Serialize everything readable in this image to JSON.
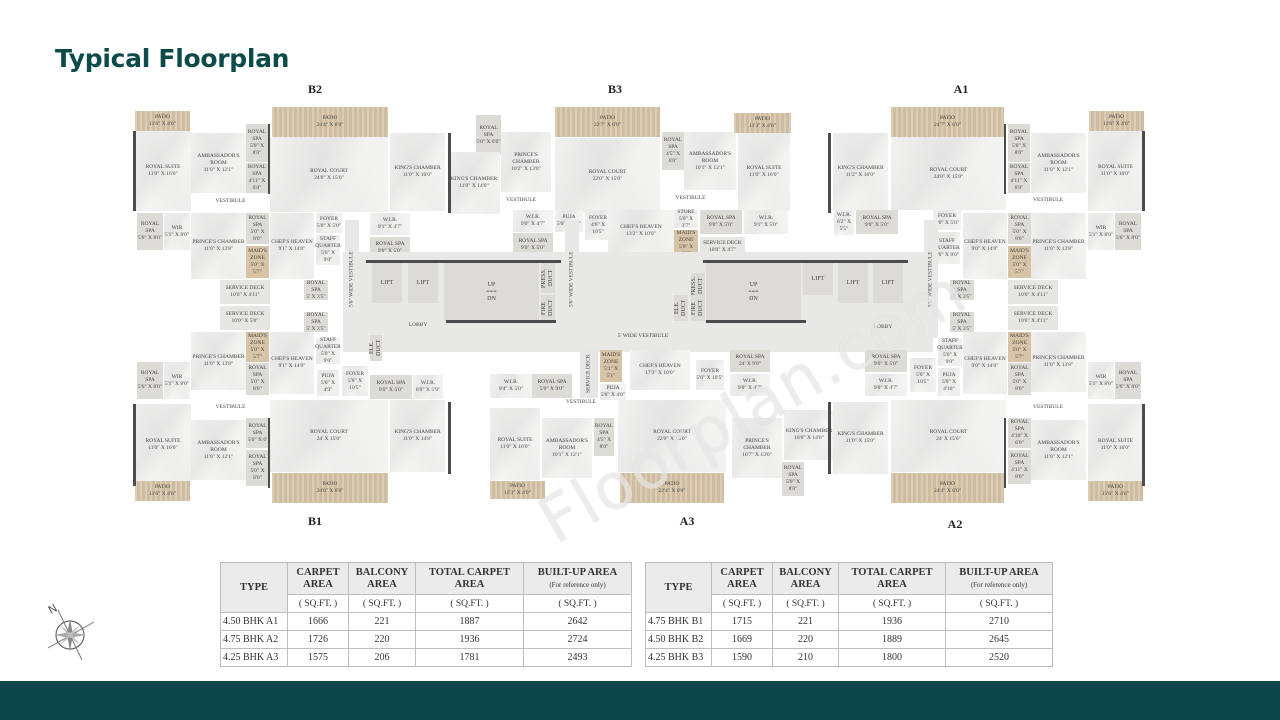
{
  "page": {
    "title": "Typical Floorplan"
  },
  "units": {
    "top": [
      "B2",
      "B3",
      "A1"
    ],
    "bottom": [
      "B1",
      "A3",
      "A2"
    ]
  },
  "core": {
    "lift": "LIFT",
    "lobby": "LOBBY",
    "up": "UP",
    "dn": "DN",
    "press_duct": "PRESS. DUCT",
    "fire_duct": "FIRE DUCT",
    "ele_duct": "ELE. DUCT",
    "wide_vestibule_5_6": "5'6\" WIDE VESTIBULE",
    "wide_vestibule_5": "5' WIDE VESTIBULE"
  },
  "rooms": {
    "b2": {
      "patio_small": [
        "PATIO",
        "11'6\" X 4'0\""
      ],
      "patio_large": [
        "PATIO",
        "24'4\" X 6'0\""
      ],
      "royal_suite": [
        "ROYAL SUITE",
        "11'0\" X 16'0\""
      ],
      "ambassador": [
        "AMBASSADOR'S ROOM",
        "11'0\" X 12'1\""
      ],
      "royal_spa_1": [
        "ROYAL SPA",
        "5'0\" X 8'0\""
      ],
      "royal_spa_2": [
        "ROYAL SPA",
        "4'11\" X 6'0\""
      ],
      "royal_court": [
        "ROYAL COURT",
        "24'0\" X 15'0\""
      ],
      "kings": [
        "KING'S CHAMBER",
        "11'0\" X 16'0\""
      ],
      "vestibule": "VESTIBULE",
      "spa_wir": [
        "ROYAL SPA",
        "5'6\" X 8'0\""
      ],
      "wir": [
        "WIR",
        "5'1\" X 8'0\""
      ],
      "prince": [
        "PRINCE'S CHAMBER",
        "11'0\" X 13'8\""
      ],
      "spa_3": [
        "ROYAL SPA",
        "5'0\" X 8'0\""
      ],
      "chef": [
        "CHEF'S HEAVEN",
        "9'1\" X 14'0\""
      ],
      "foyer": [
        "FOYER",
        "5'0\" X 5'0\""
      ],
      "staff": [
        "STAFF QUARTER",
        "5'0\" X 9'0\""
      ],
      "maid": [
        "MAID'S ZONE",
        "5'0\" X 5'7\""
      ],
      "wir2": [
        "W.I.R.",
        "9'1\" X 4'7\""
      ],
      "spa_4": [
        "ROYAL SPA",
        "9'0\" X 5'0\""
      ],
      "deck": [
        "SERVICE DECK",
        "10'0\" X 4'11\""
      ],
      "spa_small": [
        "ROYAL SPA",
        "5' X 3'5\""
      ]
    },
    "b3": {
      "spa_1": [
        "ROYAL SPA",
        "5'0\" X 8'0\""
      ],
      "prince": [
        "PRINCE'S CHAMBER",
        "10'2\" X 13'0\""
      ],
      "patio": [
        "PATIO",
        "22'7\" X 6'0\""
      ],
      "royal_court": [
        "ROYAL COURT",
        "22'0\" X 15'0\""
      ],
      "kings": [
        "KING'S CHAMBER",
        "11'0\" X 14'0\""
      ],
      "vestibule": "VESTIBULE",
      "wir": [
        "W.I.R.",
        "9'0\" X 4'7\""
      ],
      "puja": [
        "PUJA",
        "5'6\" X 5'0\""
      ],
      "foyer": [
        "FOYER",
        "4'6\" X 10'5\""
      ],
      "spa_2": [
        "ROYAL SPA",
        "9'0\" X 5'0\""
      ],
      "chef": [
        "CHEF'S HEAVEN",
        "13'2\" X 10'0\""
      ],
      "store": [
        "STORE",
        "5'0\" X 3'7\""
      ],
      "maid": [
        "MAID'S ZONE",
        "5'0\" X 6'0\""
      ],
      "deck": [
        "SERVICE DECK",
        "10'0\" X 4'7\""
      ]
    },
    "a1": {
      "spa_3": [
        "ROYAL SPA",
        "4'5\" X 6'0\""
      ],
      "ambassador": [
        "AMBASSADOR'S ROOM",
        "10'1\" X 12'1\""
      ],
      "patio_small": [
        "PATIO",
        "11'3\" X 4'0\""
      ],
      "royal_suite": [
        "ROYAL SUITE",
        "11'0\" X 16'0\""
      ],
      "spa_4": [
        "ROYAL SPA",
        "9'0\" X 5'0\""
      ],
      "wir": [
        "W.I.R.",
        "9'1\" X 5'0\""
      ],
      "patio_large": [
        "PATIO",
        "24'7\" X 6'0\""
      ],
      "kings": [
        "KING'S CHAMBER",
        "11'2\" X 16'0\""
      ],
      "royal_court": [
        "ROYAL COURT",
        "24'0\" X 15'0\""
      ],
      "spa_a": [
        "ROYAL SPA",
        "5'0\" X 8'0\""
      ],
      "spa_b": [
        "ROYAL SPA",
        "4'11\" X 6'0\""
      ],
      "ambassador2": [
        "AMBASSADOR'S ROOM",
        "11'0\" X 12'1\""
      ],
      "patio2": [
        "PATIO",
        "11'6\" X 4'0\""
      ],
      "suite2": [
        "ROYAL SUITE",
        "11'0\" X 16'0\""
      ],
      "vestibule": "VESTIBULE",
      "wir2": [
        "W.I.R.",
        "6'2\" X 5'5\""
      ],
      "spa_5": [
        "ROYAL SPA",
        "9'0\" X 5'0\""
      ],
      "foyer": [
        "FOYER",
        "5'0\" X 5'0\""
      ],
      "chef": [
        "CHEF'S HEAVEN",
        "9'0\" X 14'0\""
      ],
      "spa_6": [
        "ROYAL SPA",
        "5'0\" X 8'0\""
      ],
      "prince": [
        "PRINCE'S CHAMBER",
        "11'0\" X 13'8\""
      ],
      "wir3": [
        "WIR",
        "5'1\" X 8'0\""
      ],
      "spa_7": [
        "ROYAL SPA",
        "5'6\" X 8'0\""
      ],
      "staff": [
        "STAFF QUARTER",
        "5'0\" X 9'0\""
      ],
      "maid": [
        "MAID'S ZONE",
        "5'0\" X 5'7\""
      ],
      "deck": [
        "SERVICE DECK",
        "10'0\" X 4'11\""
      ],
      "spa_small": [
        "ROYAL SPA",
        "5' X 3'5\""
      ]
    },
    "b1": {
      "deck": [
        "SERVICE DECK",
        "10'0\" X 5'0\""
      ],
      "spa_small": [
        "ROYAL SPA",
        "5' X 3'5\""
      ],
      "maid": [
        "MAID'S ZONE",
        "5'0\" X 5'7\""
      ],
      "prince": [
        "PRINCE'S CHAMBER",
        "11'0\" X 13'8\""
      ],
      "spa_wir": [
        "ROYAL SPA",
        "5'6\" X 8'0\""
      ],
      "wir": [
        "WIR",
        "5'1\" X 8'0\""
      ],
      "spa_1": [
        "ROYAL SPA",
        "5'0\" X 8'0\""
      ],
      "chef": [
        "CHEF'S HEAVEN",
        "9'1\" X 14'0\""
      ],
      "staff": [
        "STAFF QUARTER",
        "5'0\" X 9'0\""
      ],
      "puja": [
        "PUJA",
        "5'0\" X 4'9\""
      ],
      "foyer": [
        "FOYER",
        "5'6\" X 10'5\""
      ],
      "spa_2": [
        "ROYAL SPA",
        "9'0\" X 5'0\""
      ],
      "wir2": [
        "W.I.R.",
        "6'0\" X 5'9\""
      ],
      "vestibule": "VESTIBULE",
      "royal_suite": [
        "ROYAL SUITE",
        "11'0\" X 16'0\""
      ],
      "ambassador": [
        "AMBASSADOR'S ROOM",
        "11'0\" X 12'1\""
      ],
      "spa_3": [
        "ROYAL SPA",
        "5'0\" X 6'"
      ],
      "spa_4": [
        "ROYAL SPA",
        "5'0\" X 8'0\""
      ],
      "royal_court": [
        "ROYAL COURT",
        "24' X 15'0\""
      ],
      "kings": [
        "KING'S CHAMBER",
        "11'0\" X 14'8\""
      ],
      "patio_small": [
        "PATIO",
        "11'6\" X 4'0\""
      ],
      "patio_large": [
        "PATIO",
        "24'6\" X 6'0\""
      ]
    },
    "a3": {
      "wir": [
        "W.I.R.",
        "9'4\" X 5'0\""
      ],
      "spa_1": [
        "ROYAL SPA",
        "5'0\" X 9'0\""
      ],
      "deck": [
        "SERVICE DECK",
        "10'0\" X 4'7\""
      ],
      "maid": [
        "MAID'S ZONE",
        "5'1\" X 5'1\""
      ],
      "puja": [
        "PUJA",
        "5'0\" X 4'0\""
      ],
      "chef": [
        "CHEF'S HEAVEN",
        "17'2\" X 10'0\""
      ],
      "foyer": [
        "FOYER",
        "5'6\" X 10'5\""
      ],
      "spa_2": [
        "ROYAL SPA",
        "24' X 9'0\""
      ],
      "wir2": [
        "W.I.R.",
        "9'0\" X 4'7\""
      ],
      "vestibule": "VESTIBULE",
      "royal_suite": [
        "ROYAL SUITE",
        "11'0\" X 16'0\""
      ],
      "ambassador": [
        "AMBASSADOR'S ROOM",
        "10'1\" X 12'1\""
      ],
      "spa_3": [
        "ROYAL SPA",
        "4'5\" X 8'0\""
      ],
      "royal_court": [
        "ROYAL COURT",
        "22'0\" X 15'0\""
      ],
      "prince": [
        "PRINCE'S CHAMBER",
        "10'7\" X 13'0\""
      ],
      "kings": [
        "KING'S CHAMBER",
        "10'0\" X 14'0\""
      ],
      "spa_4": [
        "ROYAL SPA",
        "5'0\" X 8'0\""
      ],
      "patio_small": [
        "PATIO",
        "11'3\" X 4'0\""
      ],
      "patio_large": [
        "PATIO",
        "22'4\" X 6'0\""
      ]
    },
    "a2": {
      "spa_1": [
        "ROYAL SPA",
        "9'0\" X 5'0\""
      ],
      "staff": [
        "STAFF QUARTER",
        "5'0\" X 9'0\""
      ],
      "chef": [
        "CHEF'S HEAVEN",
        "9'0\" X 14'0\""
      ],
      "maid": [
        "MAID'S ZONE",
        "5'0\" X 5'7\""
      ],
      "prince": [
        "PRINCE'S CHAMBER",
        "11'0\" X 13'8\""
      ],
      "wir": [
        "W.I.R.",
        "9'0\" X 4'7\""
      ],
      "foyer": [
        "FOYER",
        "5'6\" X 10'5\""
      ],
      "puja": [
        "PUJA",
        "5'0\" X 4'10\""
      ],
      "spa_2": [
        "ROYAL SPA",
        "5'0\" X 8'0\""
      ],
      "wir2": [
        "WIR",
        "5'1\" X 8'0\""
      ],
      "spa_3": [
        "ROYAL SPA",
        "5'6\" X 8'0\""
      ],
      "vestibule": "VESTIBULE",
      "kings": [
        "KING'S CHAMBER",
        "11'0\" X 15'0\""
      ],
      "royal_court": [
        "ROYAL COURT",
        "24' X 15'0\""
      ],
      "spa_4": [
        "ROYAL SPA",
        "4'10\" X 6'0\""
      ],
      "ambassador": [
        "AMBASSADOR'S ROOM",
        "11'0\" X 12'1\""
      ],
      "royal_suite": [
        "ROYAL SUITE",
        "11'0\" X 16'0\""
      ],
      "spa_5": [
        "ROYAL SPA",
        "4'11\" X 8'0\""
      ],
      "patio_large": [
        "PATIO",
        "24'4\" X 6'0\""
      ],
      "patio_small": [
        "PATIO",
        "11'6\" X 4'0\""
      ],
      "deck": [
        "SERVICE DECK",
        "10'0\" X 4'11\""
      ],
      "spa_small": [
        "ROYAL SPA",
        "5' X 3'5\""
      ]
    }
  },
  "watermark": "Floorplan.com",
  "tables": {
    "headers": {
      "type": "TYPE",
      "carpet": "CARPET AREA",
      "balcony": "BALCONY AREA",
      "total": "TOTAL  CARPET AREA",
      "builtup": "BUILT-UP AREA",
      "builtup_note": "(For reference only)",
      "unit": "( SQ.FT. )"
    },
    "a": {
      "rows": [
        {
          "type": "4.50 BHK A1",
          "carpet": "1666",
          "balcony": "221",
          "total": "1887",
          "builtup": "2642"
        },
        {
          "type": "4.75 BHK A2",
          "carpet": "1726",
          "balcony": "220",
          "total": "1936",
          "builtup": "2724"
        },
        {
          "type": "4.25 BHK A3",
          "carpet": "1575",
          "balcony": "206",
          "total": "1781",
          "builtup": "2493"
        }
      ]
    },
    "b": {
      "rows": [
        {
          "type": "4.75 BHK B1",
          "carpet": "1715",
          "balcony": "221",
          "total": "1936",
          "builtup": "2710"
        },
        {
          "type": "4.50 BHK B2",
          "carpet": "1669",
          "balcony": "220",
          "total": "1889",
          "builtup": "2645"
        },
        {
          "type": "4.25 BHK B3",
          "carpet": "1590",
          "balcony": "210",
          "total": "1800",
          "builtup": "2520"
        }
      ]
    }
  },
  "compass": {
    "label": "N"
  },
  "colors": {
    "brand": "#0d4648",
    "title": "#0d4a4a",
    "patio": "#d6c3a6",
    "wall": "#4a4c4e"
  }
}
